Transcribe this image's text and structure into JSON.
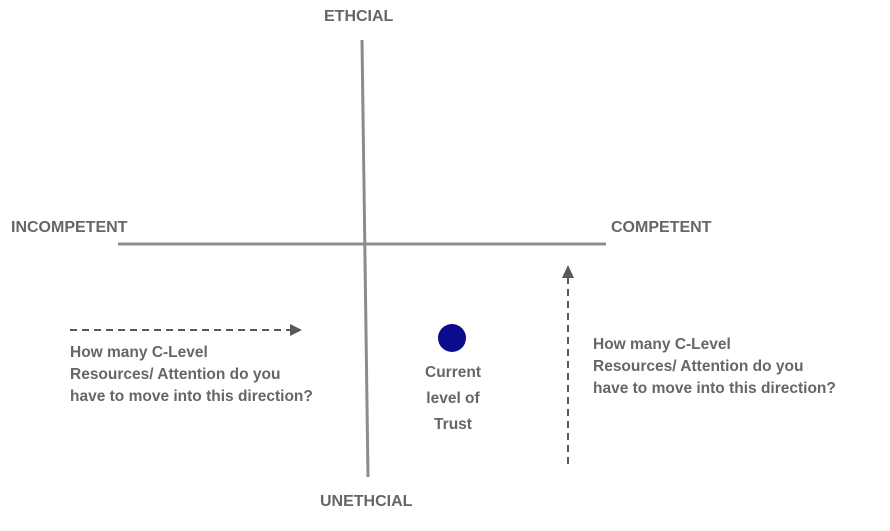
{
  "axes": {
    "top": "ETHCIAL",
    "bottom": "UNETHCIAL",
    "left": "INCOMPETENT",
    "right": "COMPETENT"
  },
  "point": {
    "lines": [
      "Current",
      "level of",
      "Trust"
    ],
    "color": "#0a0a8c"
  },
  "notes": {
    "left": [
      "How many C-Level",
      "Resources/ Attention do you",
      "have to move into this direction?"
    ],
    "right": [
      "How many C-Level",
      "Resources/ Attention do you",
      "have to move into this direction?"
    ]
  },
  "colors": {
    "axis": "#8c8c8c",
    "arrow": "#595959",
    "text": "#666666"
  }
}
